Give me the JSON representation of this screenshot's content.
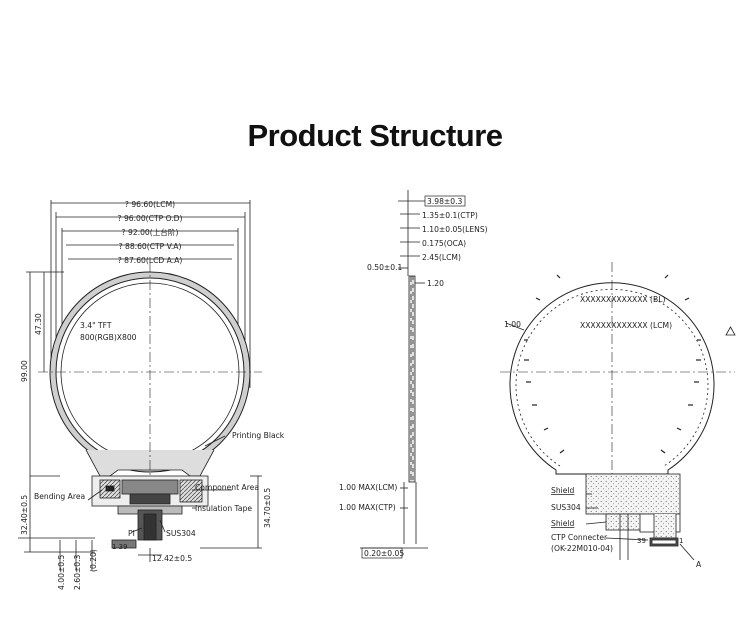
{
  "title": "Product Structure",
  "front_view": {
    "dims": [
      "? 96.60(LCM)",
      "? 96.00(CTP O.D)",
      "? 92.00(上台阶)",
      "? 88.60(CTP V.A)",
      "? 87.60(LCD A.A)"
    ],
    "left_dims": [
      "47.30",
      "99.00",
      "32.40±0.5",
      "4.00±0.5",
      "2.60±0.3",
      "(0.20)"
    ],
    "right_dim": "34.70±0.5",
    "bottom_dim": "12.42±0.5",
    "tft_line1": "3.4\" TFT",
    "tft_line2": "800(RGB)X800",
    "printing_black": "Printing Black",
    "bending_area": "Bending Area",
    "component_area": "Component Area",
    "insulation_tape": "Insulation Tape",
    "sus304": "SUS304",
    "pi": "PI",
    "pin_numbers": "1 39"
  },
  "side_view": {
    "total": "3.98±0.3",
    "layers": [
      "1.35±0.1(CTP)",
      "1.10±0.05(LENS)",
      "0.175(OCA)",
      "2.45(LCM)"
    ],
    "left_top": "0.50±0.1",
    "right_mid": "1.20",
    "max_lcm": "1.00 MAX(LCM)",
    "max_ctp": "1.00 MAX(CTP)",
    "bottom": "0.20±0.05"
  },
  "back_view": {
    "bl": "XXXXXXXXXXXXX (BL)",
    "lcm": "XXXXXXXXXXXXX (LCM)",
    "left_dim": "1.00",
    "shield_top": "Shield",
    "sus304": "SUS304",
    "shield_bottom": "Shield",
    "ctp_connector": "CTP Connecter",
    "connector_model": "(OK-22M010-04)",
    "pin_39": "39",
    "pin_1": "1",
    "marker": "A"
  }
}
